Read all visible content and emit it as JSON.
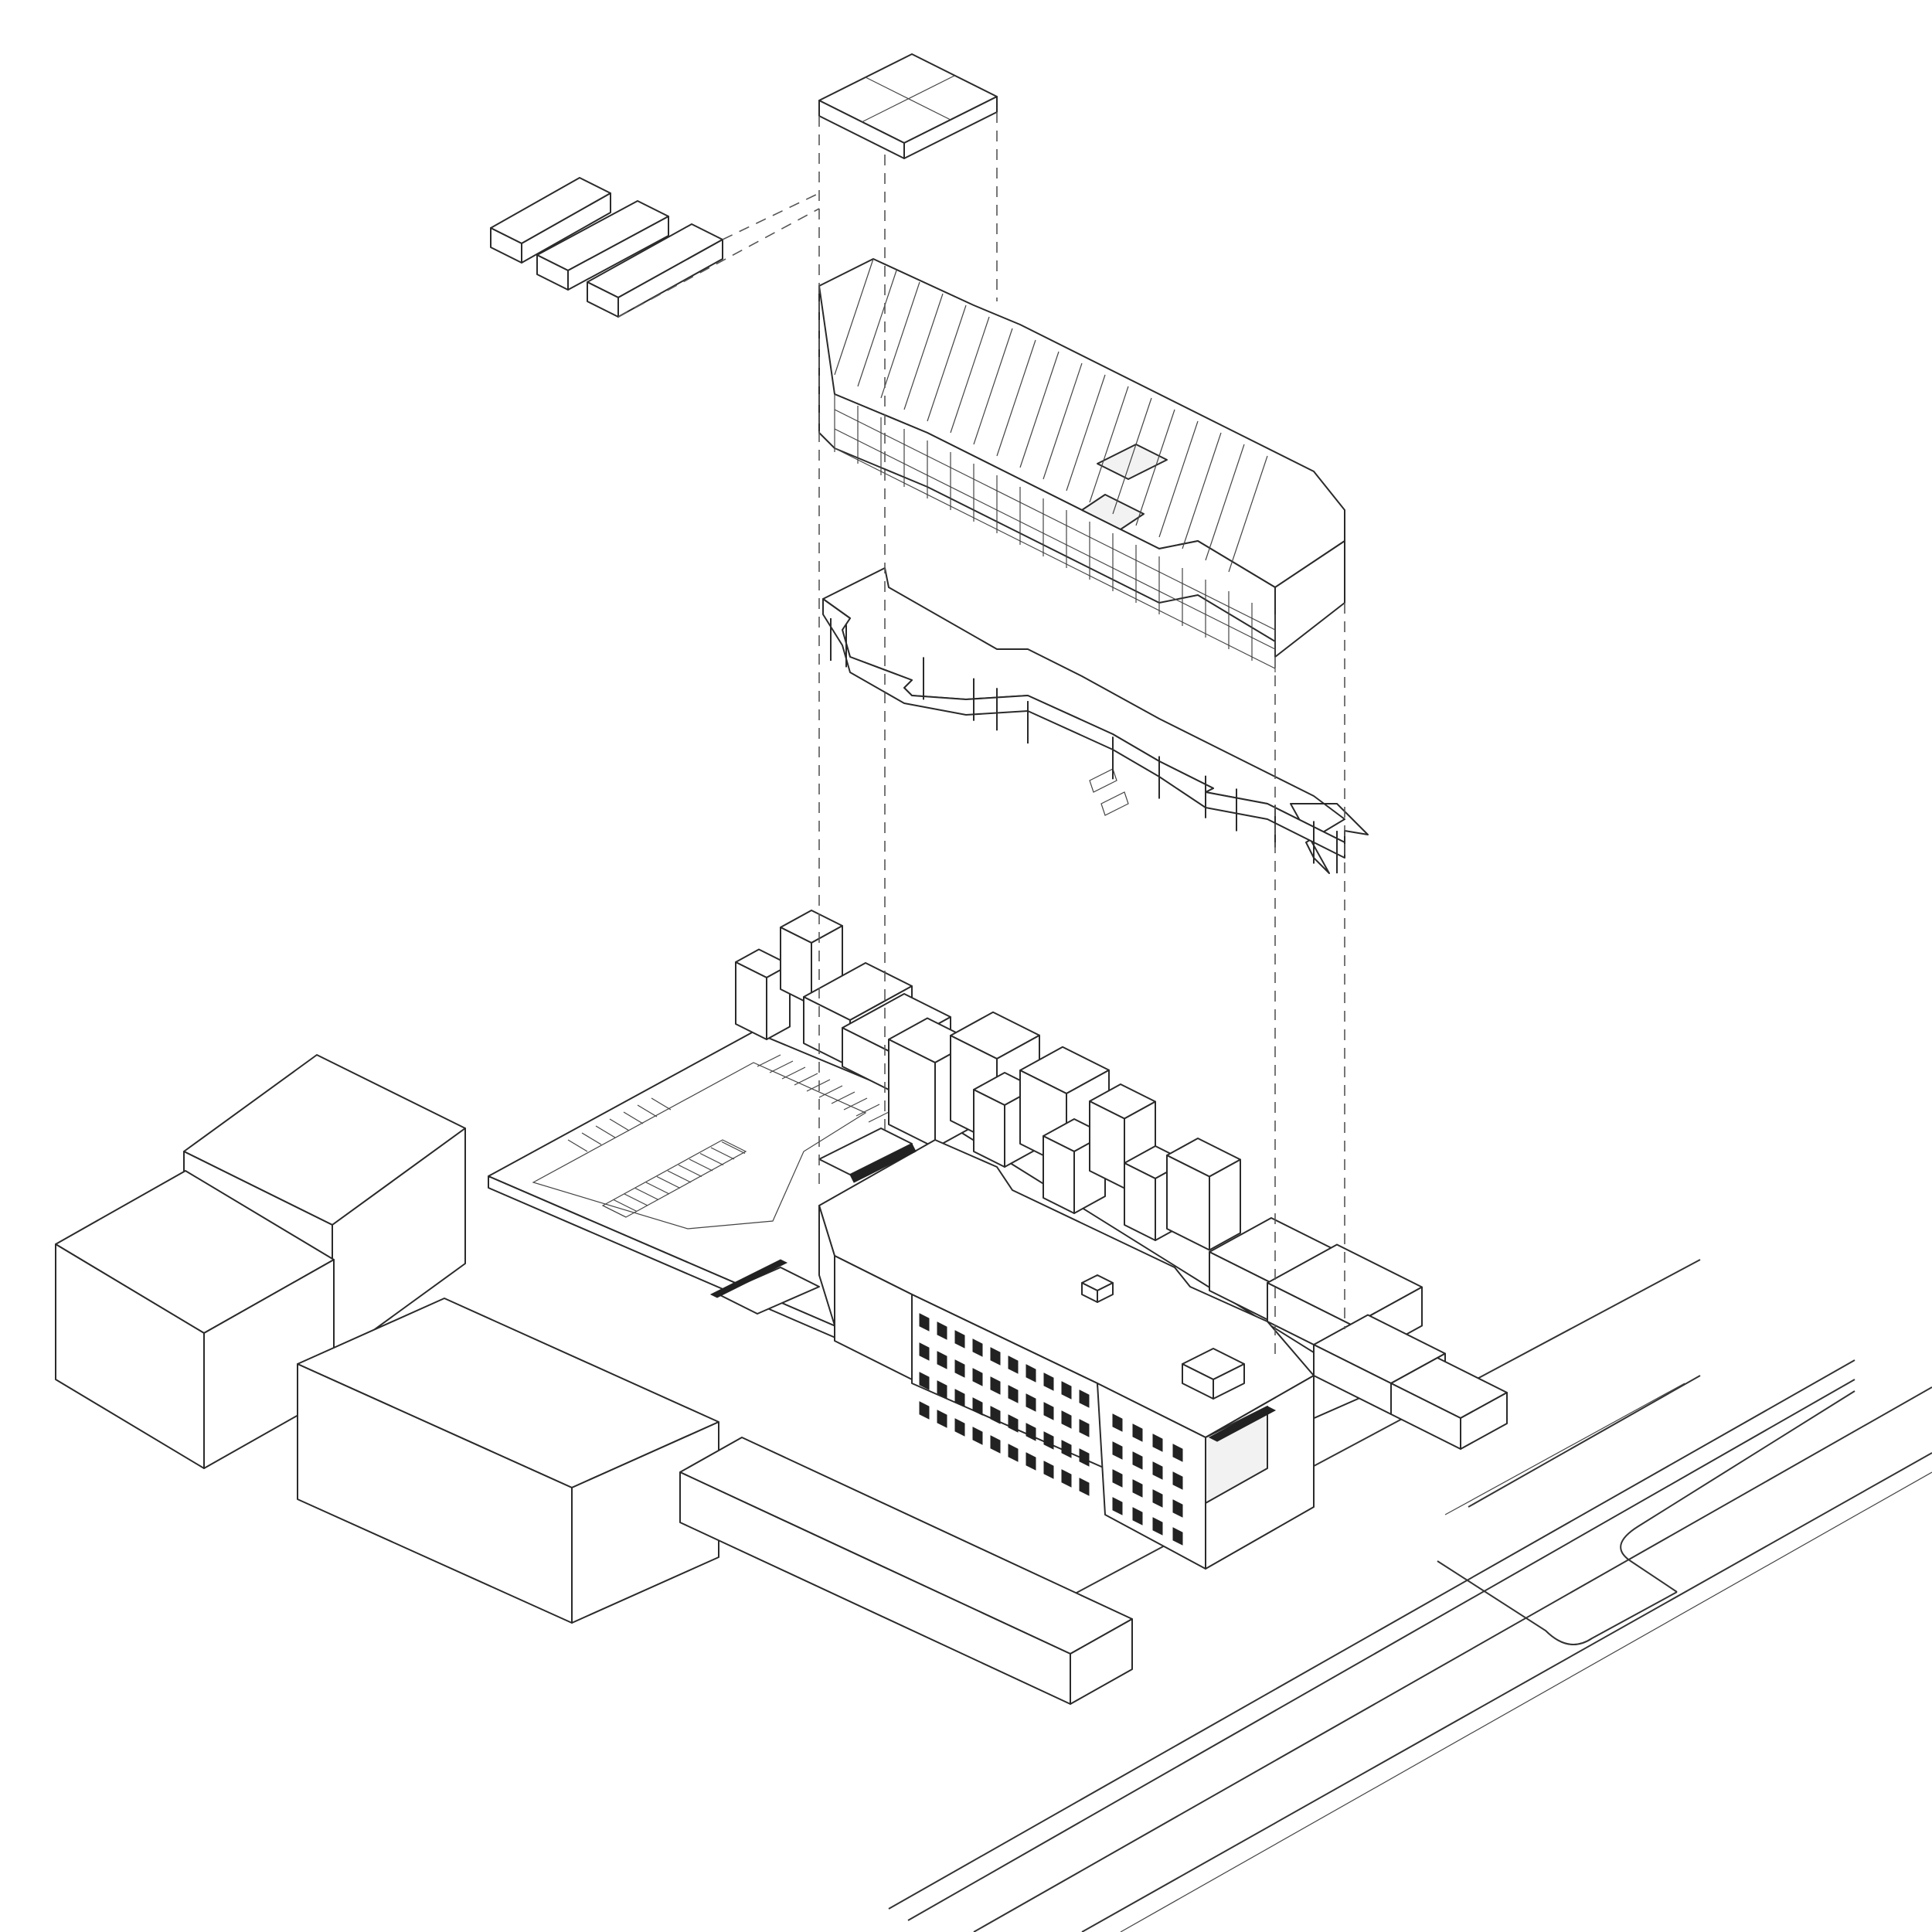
{
  "diagram": {
    "type": "exploded-axonometric",
    "layers": [
      {
        "id": "roof-modules-detached"
      },
      {
        "id": "roof-modules"
      },
      {
        "id": "residential-modules"
      },
      {
        "id": "podium-slab"
      },
      {
        "id": "site-and-assembled-building"
      }
    ],
    "context_buildings": 22,
    "colors": {
      "line": "#2a2a2a",
      "background": "#ffffff",
      "accent_dark": "#222222"
    }
  }
}
